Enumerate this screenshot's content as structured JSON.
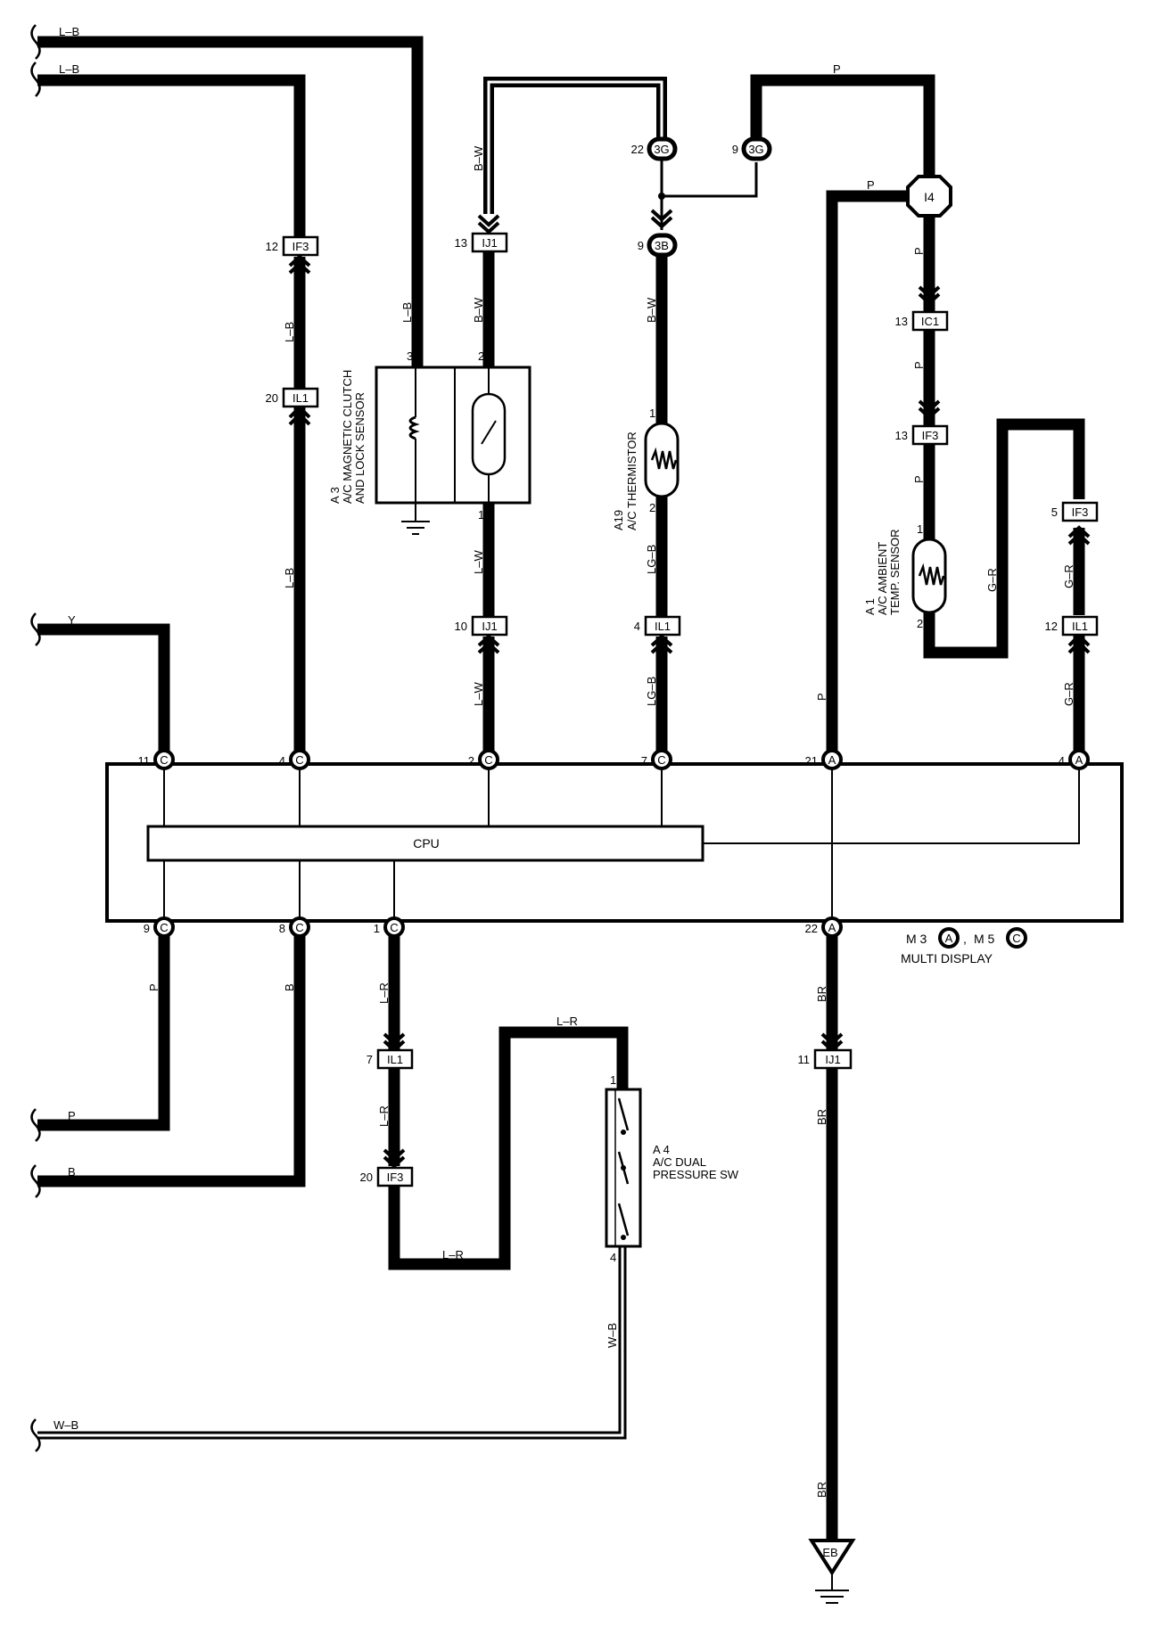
{
  "wire_labels": {
    "top_lb1": "L–B",
    "top_lb2": "L–B",
    "lb_v_upper": "L–B",
    "lb_v_lower": "L–B",
    "lb_clutch": "L–B",
    "bw_upper": "B–W",
    "bw_lower": "B–W",
    "bw_therm": "B–W",
    "lw_upper": "L–W",
    "lw_lower": "L–W",
    "lgb_upper": "LG–B",
    "lgb_lower": "LG–B",
    "p_top": "P",
    "p_mid": "P",
    "p_left_v": "P",
    "p_r1": "P",
    "p_r2": "P",
    "p_r3": "P",
    "gr_loop": "G–R",
    "gr_upper": "G–R",
    "gr_lower": "G–R",
    "y_left": "Y",
    "p_vert": "P",
    "b_vert": "B",
    "p_bottom": "P",
    "b_bottom": "B",
    "lr_1": "L–R",
    "lr_2": "L–R",
    "lr_top": "L–R",
    "lr_bottom": "L–R",
    "wb_v": "W–B",
    "wb_bottom": "W–B",
    "br_1": "BR",
    "br_2": "BR",
    "br_3": "BR"
  },
  "connectors": {
    "if3_a": "IF3",
    "il1_a": "IL1",
    "ij1_a": "IJ1",
    "ij1_b": "IJ1",
    "c3g_a": "3G",
    "c3g_b": "3G",
    "c3b": "3B",
    "il1_b": "IL1",
    "i4": "I4",
    "ic1": "IC1",
    "if3_b": "IF3",
    "if3_c": "IF3",
    "il1_c": "IL1",
    "il1_d": "IL1",
    "if3_d": "IF3",
    "ij1_c": "IJ1",
    "eb": "EB"
  },
  "pins": {
    "if3_a": "12",
    "il1_a": "20",
    "ij1_a": "13",
    "ij1_b": "10",
    "c3g_a": "22",
    "c3g_b": "9",
    "c3b": "9",
    "il1_b": "4",
    "ic1": "13",
    "if3_b": "13",
    "if3_c": "5",
    "il1_c": "12",
    "il1_d": "7",
    "if3_d": "20",
    "ij1_c": "11",
    "a3_p3": "3",
    "a3_p2": "2",
    "a3_p1": "1",
    "a19_p1": "1",
    "a19_p2": "2",
    "a1_p1": "1",
    "a1_p2": "2",
    "a4_p1": "1",
    "a4_p4": "4",
    "cpu_t11": "11",
    "cpu_t4": "4",
    "cpu_t2": "2",
    "cpu_t7": "7",
    "cpu_t21": "21",
    "cpu_t4a": "4",
    "cpu_b9": "9",
    "cpu_b8": "8",
    "cpu_b1": "1",
    "cpu_b22": "22"
  },
  "terminal_letters": {
    "c": "C",
    "a": "A"
  },
  "components": {
    "a3_id": "A 3",
    "a3_name1": "A/C MAGNETIC CLUTCH",
    "a3_name2": "AND LOCK SENSOR",
    "a19_id": "A19",
    "a19_name": "A/C THERMISTOR",
    "a1_id": "A 1",
    "a1_name1": "A/C AMBIENT",
    "a1_name2": "TEMP. SENSOR",
    "a4_id": "A 4",
    "a4_name1": "A/C DUAL",
    "a4_name2": "PRESSURE SW",
    "cpu": "CPU",
    "m3": "M 3",
    "m3_letter": "A",
    "m5": "M 5",
    "m5_letter": "C",
    "comma": ",",
    "multi_display": "MULTI DISPLAY"
  }
}
